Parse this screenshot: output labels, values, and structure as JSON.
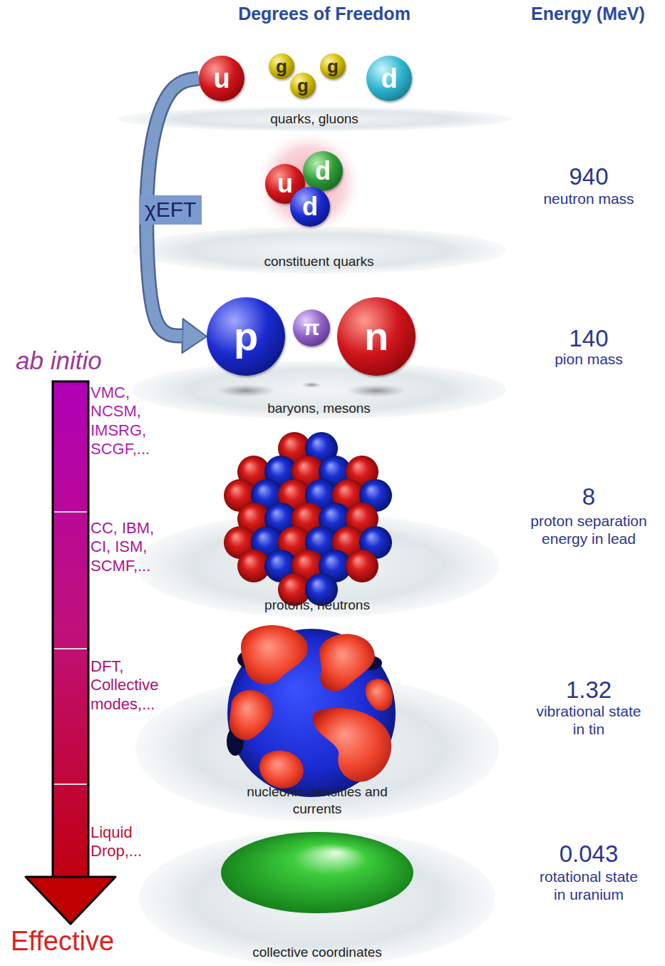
{
  "diagram": {
    "nodes": [
      {
        "text": [
          "u"
        ]
      },
      {
        "text": [
          "g"
        ]
      },
      {
        "text": [
          "g"
        ]
      },
      {
        "text": [
          "g"
        ]
      },
      {
        "text": [
          "d"
        ]
      },
      {
        "text": [
          "quarks, gluons"
        ]
      },
      {
        "text": [
          "u"
        ]
      },
      {
        "text": [
          "d"
        ]
      },
      {
        "text": [
          "d"
        ]
      },
      {
        "text": [
          "constituent quarks"
        ]
      },
      {
        "text": [
          "p"
        ]
      },
      {
        "text": [
          "π"
        ]
      },
      {
        "text": [
          "n"
        ]
      },
      {
        "text": [
          "baryons, mesons"
        ]
      },
      {
        "text": [
          "protons, neutrons"
        ]
      },
      {
        "text": [
          "nucleonic densities and currents"
        ]
      },
      {
        "text": [
          "collective coordinates"
        ]
      }
    ],
    "edges": [
      {
        "from": 0,
        "to": 10,
        "arrow": "to",
        "label": "χEFT"
      }
    ],
    "labels": [
      "Degrees of Freedom",
      "Energy (MeV)",
      "940",
      "neutron mass",
      "140",
      "pion mass",
      "8",
      "proton separation energy in lead",
      "1.32",
      "vibrational state in tin",
      "0.043",
      "rotational state in uranium",
      "ab initio",
      "VMC, NCSM, IMSRG, SCGF,...",
      "CC, IBM, CI, ISM, SCMF,...",
      "DFT, Collective modes,...",
      "Liquid Drop,...",
      "Effective"
    ]
  }
}
